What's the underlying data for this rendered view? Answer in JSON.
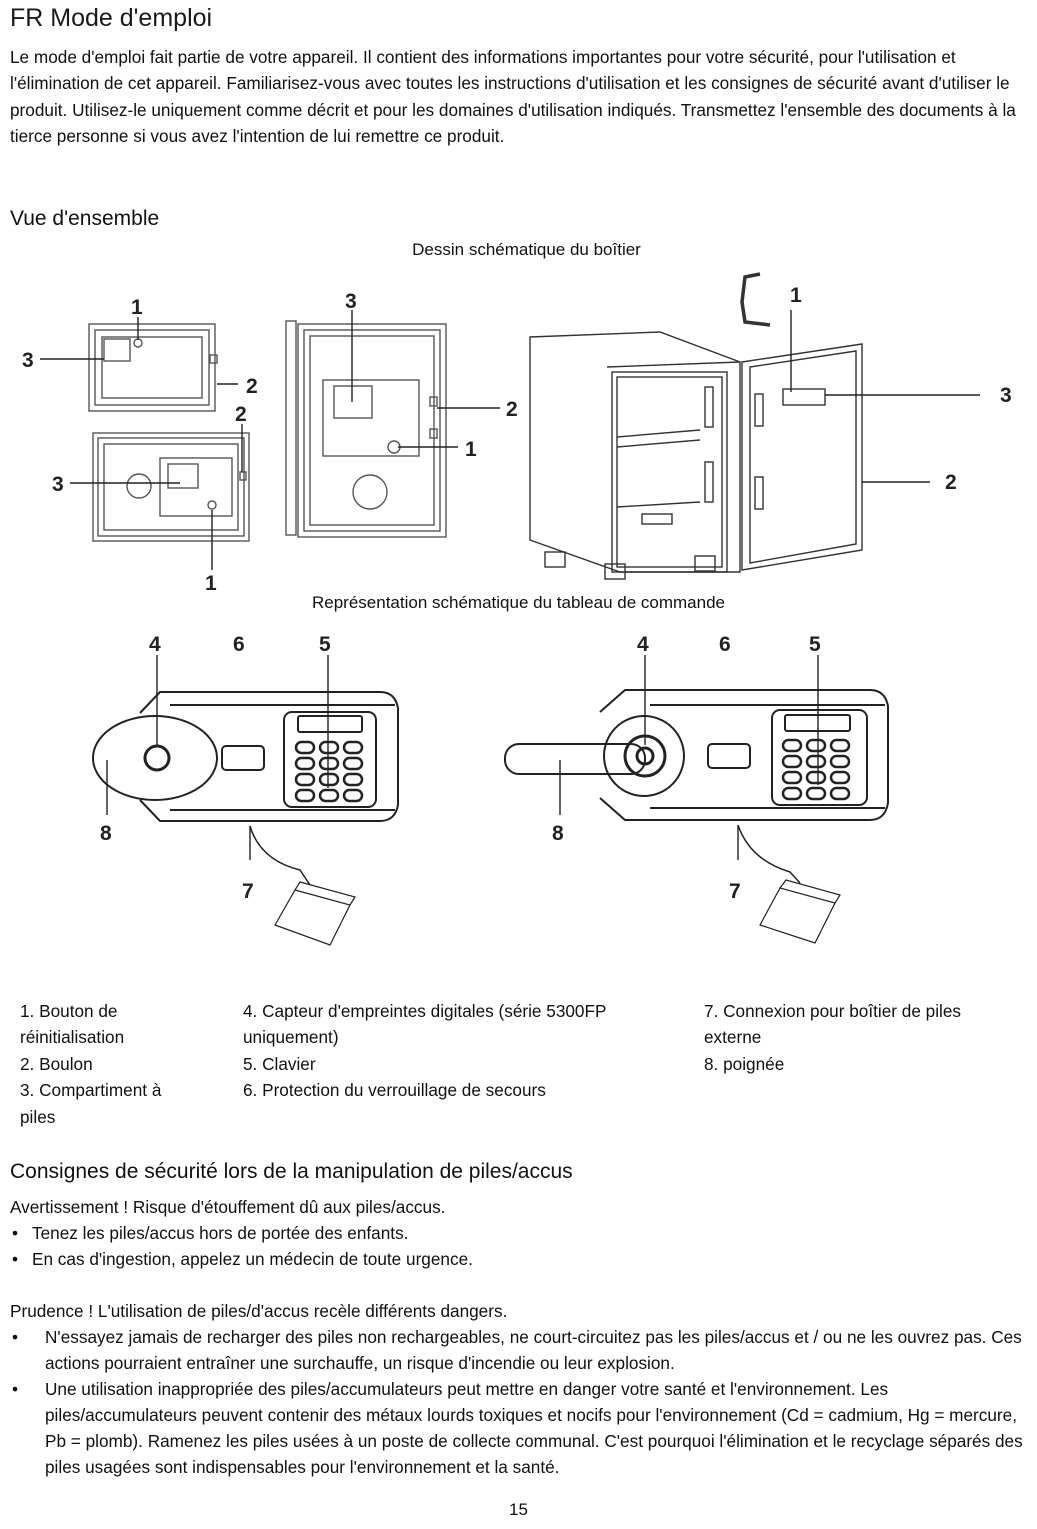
{
  "header": {
    "title": "FR Mode d'emploi",
    "intro": "Le mode d'emploi fait partie de votre appareil. Il contient des informations importantes pour votre sécurité, pour l'utilisation et l'élimination de cet appareil. Familiarisez-vous avec toutes les instructions d'utilisation et les consignes de sécurité avant d'utiliser le produit. Utilisez-le uniquement comme décrit et pour les domaines d'utilisation indiqués. Transmettez l'ensemble des documents à la tierce personne si vous avez l'intention de lui remettre ce produit."
  },
  "overview": {
    "title": "Vue d'ensemble",
    "housing_caption": "Dessin schématique du boîtier",
    "panel_caption": "Représentation schématique du tableau de commande",
    "housing_callouts": {
      "small_door_top": [
        "1",
        "2",
        "3"
      ],
      "small_door_bottom": [
        "1",
        "2",
        "3"
      ],
      "tall_door": [
        "1",
        "2",
        "3"
      ],
      "open_safe": [
        "1",
        "2",
        "3"
      ]
    },
    "panel_callouts": {
      "left_panel": [
        "4",
        "6",
        "5",
        "8",
        "7"
      ],
      "right_panel": [
        "4",
        "6",
        "5",
        "8",
        "7"
      ]
    },
    "legend": {
      "col1": [
        "1. Bouton de réinitialisation",
        "2. Boulon",
        "3. Compartiment à piles"
      ],
      "col2": [
        "4. Capteur d'empreintes digitales (série 5300FP uniquement)",
        "5. Clavier",
        "6. Protection du verrouillage de secours"
      ],
      "col3": [
        "7. Connexion pour boîtier de piles externe",
        "8. poignée"
      ]
    }
  },
  "safety": {
    "title": "Consignes de sécurité lors de la manipulation de piles/accus",
    "warning": "Avertissement ! Risque d'étouffement dû aux piles/accus.",
    "warning_items": [
      "Tenez les piles/accus hors de portée des enfants.",
      "En cas d'ingestion, appelez un médecin de toute urgence."
    ],
    "caution": "Prudence ! L'utilisation de piles/d'accus recèle différents dangers.",
    "caution_items": [
      "N'essayez jamais de recharger des piles non rechargeables, ne court-circuitez pas les piles/accus et / ou ne les ouvrez pas. Ces actions pourraient entraîner une surchauffe, un risque d'incendie ou leur explosion.",
      "Une utilisation inappropriée des piles/accumulateurs peut mettre en danger votre santé et l'environnement. Les piles/accumulateurs peuvent contenir des métaux lourds toxiques et nocifs pour l'environnement (Cd = cadmium, Hg = mercure, Pb = plomb). Ramenez les piles usées à un poste de collecte communal. C'est pourquoi l'élimination et le recyclage séparés des piles usagées sont indispensables pour l'environnement et la santé."
    ]
  },
  "footer": {
    "page_number": "15"
  }
}
